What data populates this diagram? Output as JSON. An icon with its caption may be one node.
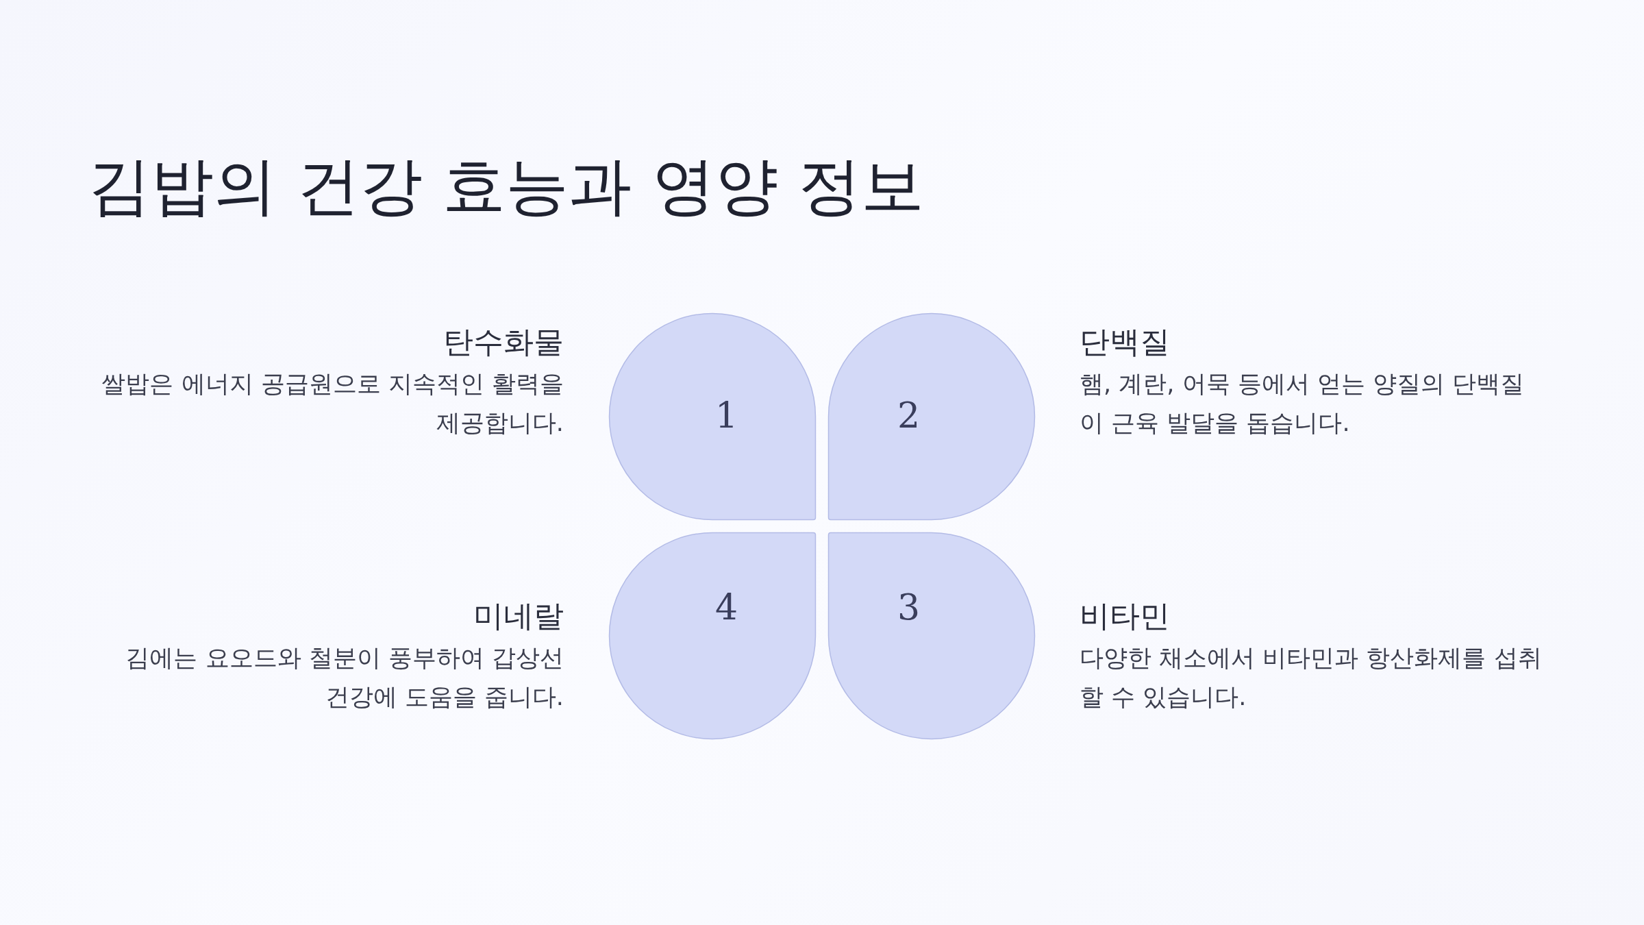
{
  "diagram": {
    "title": "김밥의 건강 효능과 영양 정보",
    "nodes": [
      {
        "text": [
          "1"
        ],
        "beside": [
          "탄수화물",
          "쌀밥은 에너지 공급원으로 지속적인 활력을 제공합니다."
        ]
      },
      {
        "text": [
          "2"
        ],
        "beside": [
          "단백질",
          "햄, 계란, 어묵 등에서 얻는 양질의 단백질이 근육 발달을 돕습니다."
        ]
      },
      {
        "text": [
          "4"
        ],
        "beside": [
          "미네랄",
          "김에는 요오드와 철분이 풍부하여 갑상선 건강에 도움을 줍니다."
        ]
      },
      {
        "text": [
          "3"
        ],
        "beside": [
          "비타민",
          "다양한 채소에서 비타민과 항산화제를 섭취할 수 있습니다."
        ]
      }
    ]
  }
}
